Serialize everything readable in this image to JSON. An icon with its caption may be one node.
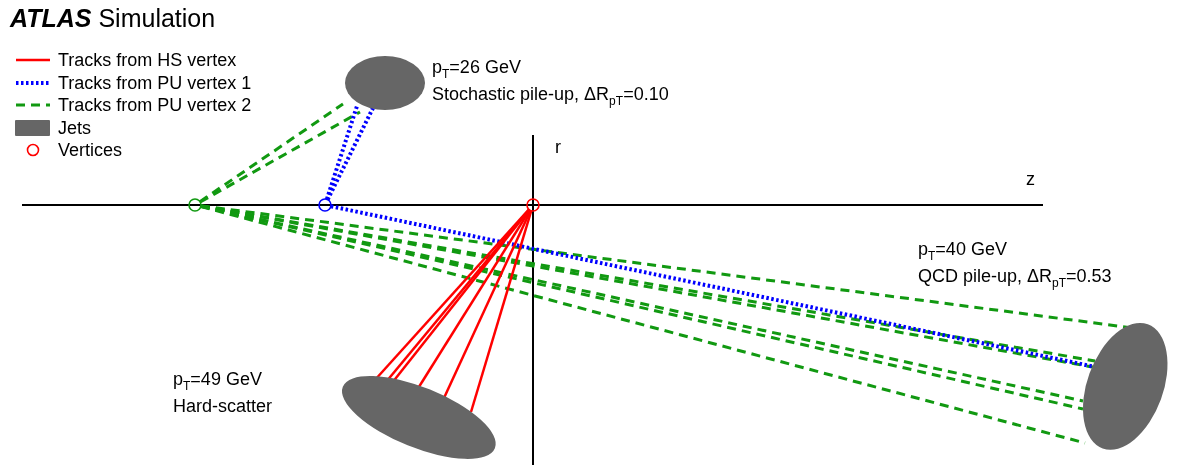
{
  "diagram": {
    "title": "**ATLAS** Simulation",
    "nodes": [
      {
        "text": [],
        "shape": "ellipse",
        "beside": [
          "p$_{T}$=26 GeV",
          "Stochastic pile-up, ΔR$_{pT}$=0.10"
        ]
      },
      {
        "text": [],
        "shape": "circle"
      },
      {
        "text": [],
        "shape": "circle"
      },
      {
        "text": [],
        "shape": "circle"
      },
      {
        "text": [],
        "shape": "ellipse",
        "beside": [
          "p$_{T}$=40 GeV",
          "QCD pile-up, ΔR$_{pT}$=0.53"
        ]
      },
      {
        "text": [],
        "shape": "ellipse",
        "beside": [
          "p$_{T}$=49 GeV",
          "Hard-scatter"
        ]
      }
    ],
    "edges": [
      {
        "from": 1,
        "to": 0,
        "arrow": "none",
        "style": "dashed",
        "color": "#119911"
      },
      {
        "from": 1,
        "to": 0,
        "arrow": "none",
        "style": "dashed",
        "color": "#119911"
      },
      {
        "from": 2,
        "to": 0,
        "arrow": "none",
        "style": "dashed",
        "color": "#0000ff"
      },
      {
        "from": 2,
        "to": 0,
        "arrow": "none",
        "style": "dashed",
        "color": "#0000ff"
      },
      {
        "from": 1,
        "to": 4,
        "arrow": "none",
        "style": "dashed",
        "color": "#119911"
      },
      {
        "from": 1,
        "to": 4,
        "arrow": "none",
        "style": "dashed",
        "color": "#119911"
      },
      {
        "from": 1,
        "to": 4,
        "arrow": "none",
        "style": "dashed",
        "color": "#119911"
      },
      {
        "from": 1,
        "to": 4,
        "arrow": "none",
        "style": "dashed",
        "color": "#119911"
      },
      {
        "from": 1,
        "to": 4,
        "arrow": "none",
        "style": "dashed",
        "color": "#119911"
      },
      {
        "from": 1,
        "to": 4,
        "arrow": "none",
        "style": "dashed",
        "color": "#119911"
      },
      {
        "from": 2,
        "to": 4,
        "arrow": "none",
        "style": "dashed",
        "color": "#0000ff"
      },
      {
        "from": 3,
        "to": 5,
        "arrow": "none",
        "color": "#ff0000"
      },
      {
        "from": 3,
        "to": 5,
        "arrow": "none",
        "color": "#ff0000"
      },
      {
        "from": 3,
        "to": 5,
        "arrow": "none",
        "color": "#ff0000"
      },
      {
        "from": 3,
        "to": 5,
        "arrow": "none",
        "color": "#ff0000"
      },
      {
        "from": 3,
        "to": 5,
        "arrow": "none",
        "color": "#ff0000"
      },
      {
        "from": 3,
        "to": 5,
        "arrow": "none",
        "color": "#ff0000"
      }
    ],
    "labels": [
      "r",
      "z"
    ],
    "legend": [
      {
        "text": "Tracks from HS vertex"
      },
      {
        "text": "Tracks from PU vertex 1"
      },
      {
        "text": "Tracks from PU vertex 2"
      },
      {
        "text": "Jets",
        "color": "#666666"
      },
      {
        "text": "Vertices"
      }
    ]
  }
}
